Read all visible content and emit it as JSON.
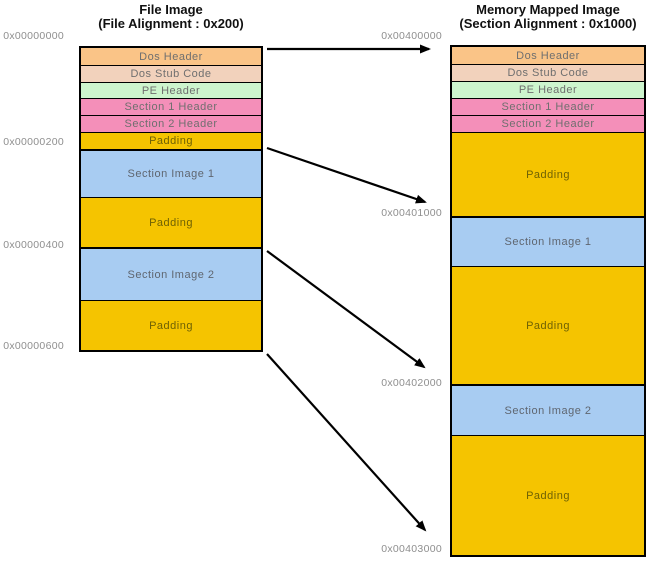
{
  "titles": {
    "left": {
      "line1": "File Image",
      "line2": "(File Alignment : 0x200)"
    },
    "right": {
      "line1": "Memory Mapped Image",
      "line2": "(Section Alignment : 0x1000)"
    }
  },
  "file_image": {
    "address_labels": [
      "0x00000000",
      "0x00000200",
      "0x00000400",
      "0x00000600"
    ],
    "blocks": [
      {
        "label": "Dos Header",
        "type": "dos-header"
      },
      {
        "label": "Dos Stub Code",
        "type": "dos-stub"
      },
      {
        "label": "PE Header",
        "type": "pe-header"
      },
      {
        "label": "Section 1 Header",
        "type": "section-header"
      },
      {
        "label": "Section 2 Header",
        "type": "section-header"
      },
      {
        "label": "Padding",
        "type": "padding"
      },
      {
        "label": "Section Image 1",
        "type": "section-image"
      },
      {
        "label": "Padding",
        "type": "padding"
      },
      {
        "label": "Section Image 2",
        "type": "section-image"
      },
      {
        "label": "Padding",
        "type": "padding"
      }
    ]
  },
  "memory_image": {
    "address_labels": [
      "0x00400000",
      "0x00401000",
      "0x00402000",
      "0x00403000"
    ],
    "blocks": [
      {
        "label": "Dos Header",
        "type": "dos-header"
      },
      {
        "label": "Dos Stub Code",
        "type": "dos-stub"
      },
      {
        "label": "PE Header",
        "type": "pe-header"
      },
      {
        "label": "Section 1 Header",
        "type": "section-header"
      },
      {
        "label": "Section 2 Header",
        "type": "section-header"
      },
      {
        "label": "Padding",
        "type": "padding"
      },
      {
        "label": "Section Image 1",
        "type": "section-image"
      },
      {
        "label": "Padding",
        "type": "padding"
      },
      {
        "label": "Section Image 2",
        "type": "section-image"
      },
      {
        "label": "Padding",
        "type": "padding"
      }
    ]
  },
  "colors": {
    "dos_header": "#fac487",
    "dos_stub": "#f2d2bc",
    "pe_header": "#cdf5cd",
    "section_header": "#f48fb9",
    "padding": "#f5c400",
    "section_image": "#a8ccf2",
    "border": "#000000",
    "arrow": "#000000",
    "address_text": "#8f8f8f",
    "block_text": "#6f6f6f",
    "title_text": "#111111",
    "background": "#ffffff"
  }
}
